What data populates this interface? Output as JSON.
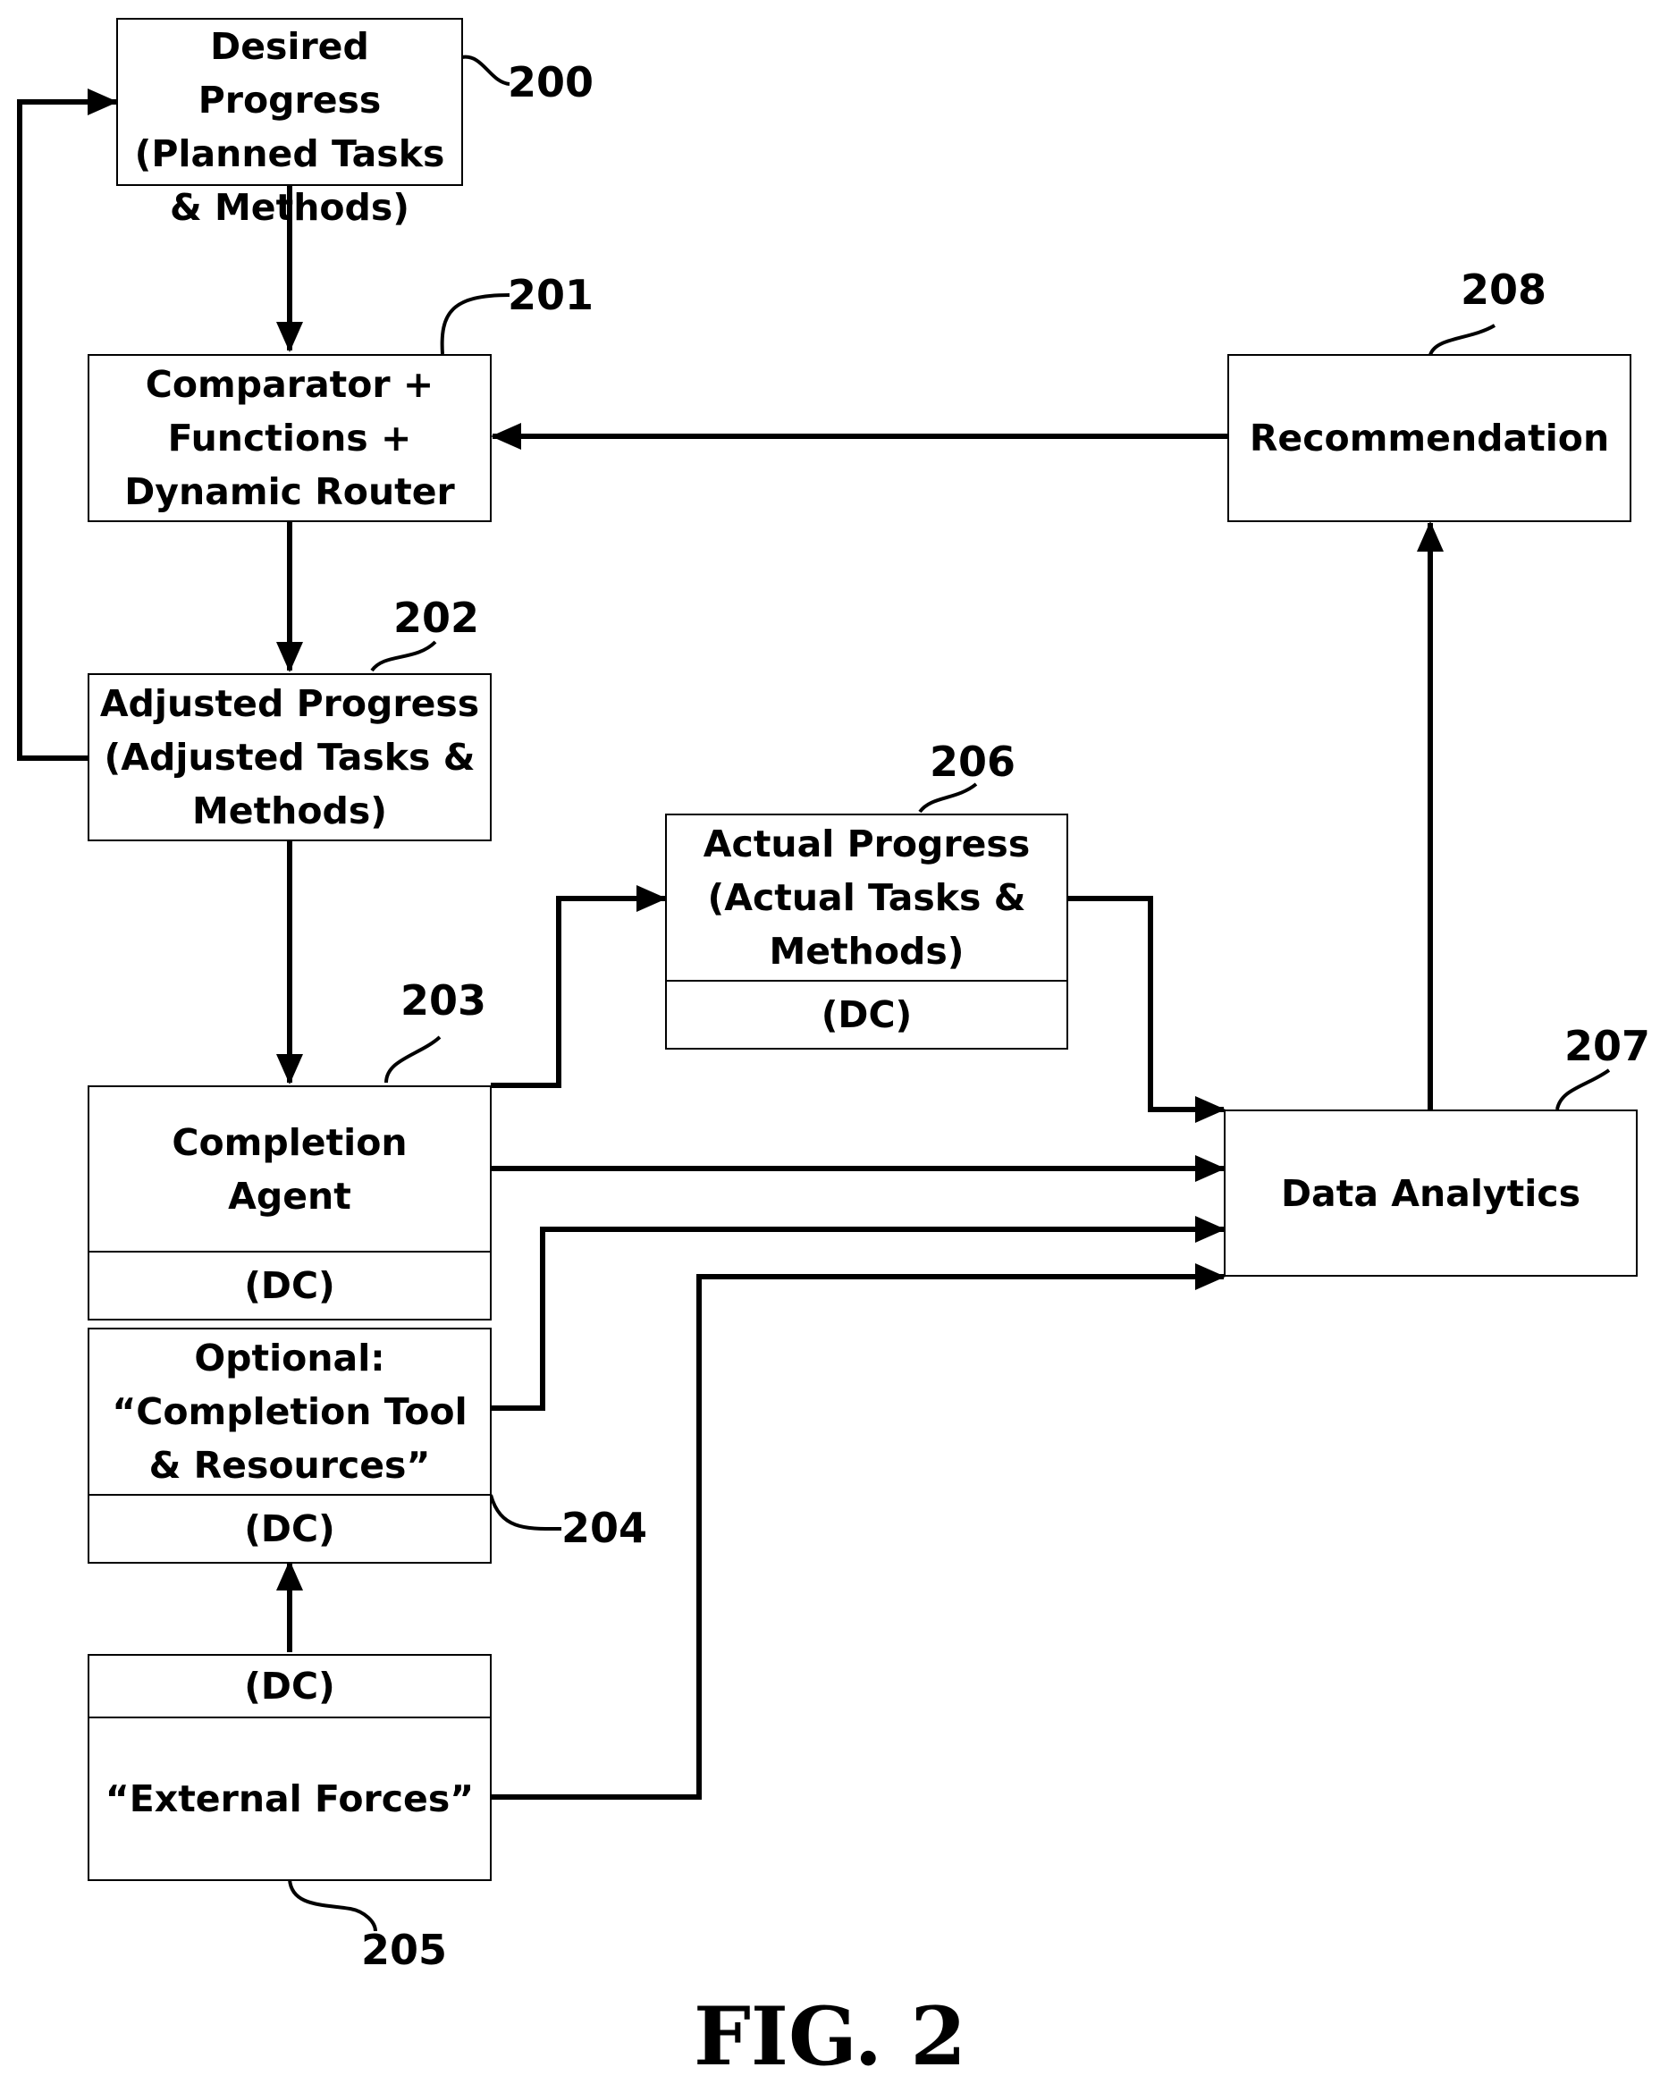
{
  "boxes": {
    "b200": {
      "label": "Desired Progress\n(Planned Tasks\n& Methods)"
    },
    "b201": {
      "label": "Comparator +\nFunctions +\nDynamic Router"
    },
    "b202": {
      "label": "Adjusted Progress\n(Adjusted Tasks &\nMethods)"
    },
    "b203": {
      "label": "Completion\nAgent",
      "dc": "(DC)"
    },
    "b204": {
      "label": "Optional:\n“Completion Tool\n& Resources”",
      "dc": "(DC)"
    },
    "b205": {
      "label": "“External Forces”",
      "dc": "(DC)"
    },
    "b206": {
      "label": "Actual Progress\n(Actual Tasks &\nMethods)",
      "dc": "(DC)"
    },
    "b207": {
      "label": "Data Analytics"
    },
    "b208": {
      "label": "Recommendation"
    }
  },
  "refs": {
    "r200": "200",
    "r201": "201",
    "r202": "202",
    "r203": "203",
    "r204": "204",
    "r205": "205",
    "r206": "206",
    "r207": "207",
    "r208": "208"
  },
  "figure_title": "FIG. 2"
}
